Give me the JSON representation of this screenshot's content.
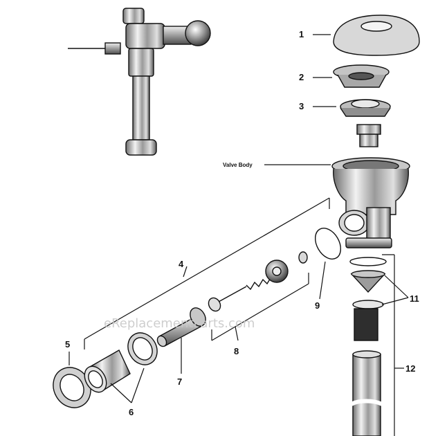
{
  "watermark": "eReplacementParts.com",
  "labels": {
    "p1": "1",
    "p2": "2",
    "p3": "3",
    "p4": "4",
    "p5": "5",
    "p6": "6",
    "p7": "7",
    "p8": "8",
    "p9": "9",
    "p11": "11",
    "p12": "12",
    "valve_body": "Valve Body"
  },
  "colors": {
    "ink": "#111111",
    "chrome_light": "#e6e6e6",
    "chrome_mid": "#b5b5b5",
    "chrome_dark": "#6e6e6e",
    "rubber": "#3a3a3a"
  }
}
